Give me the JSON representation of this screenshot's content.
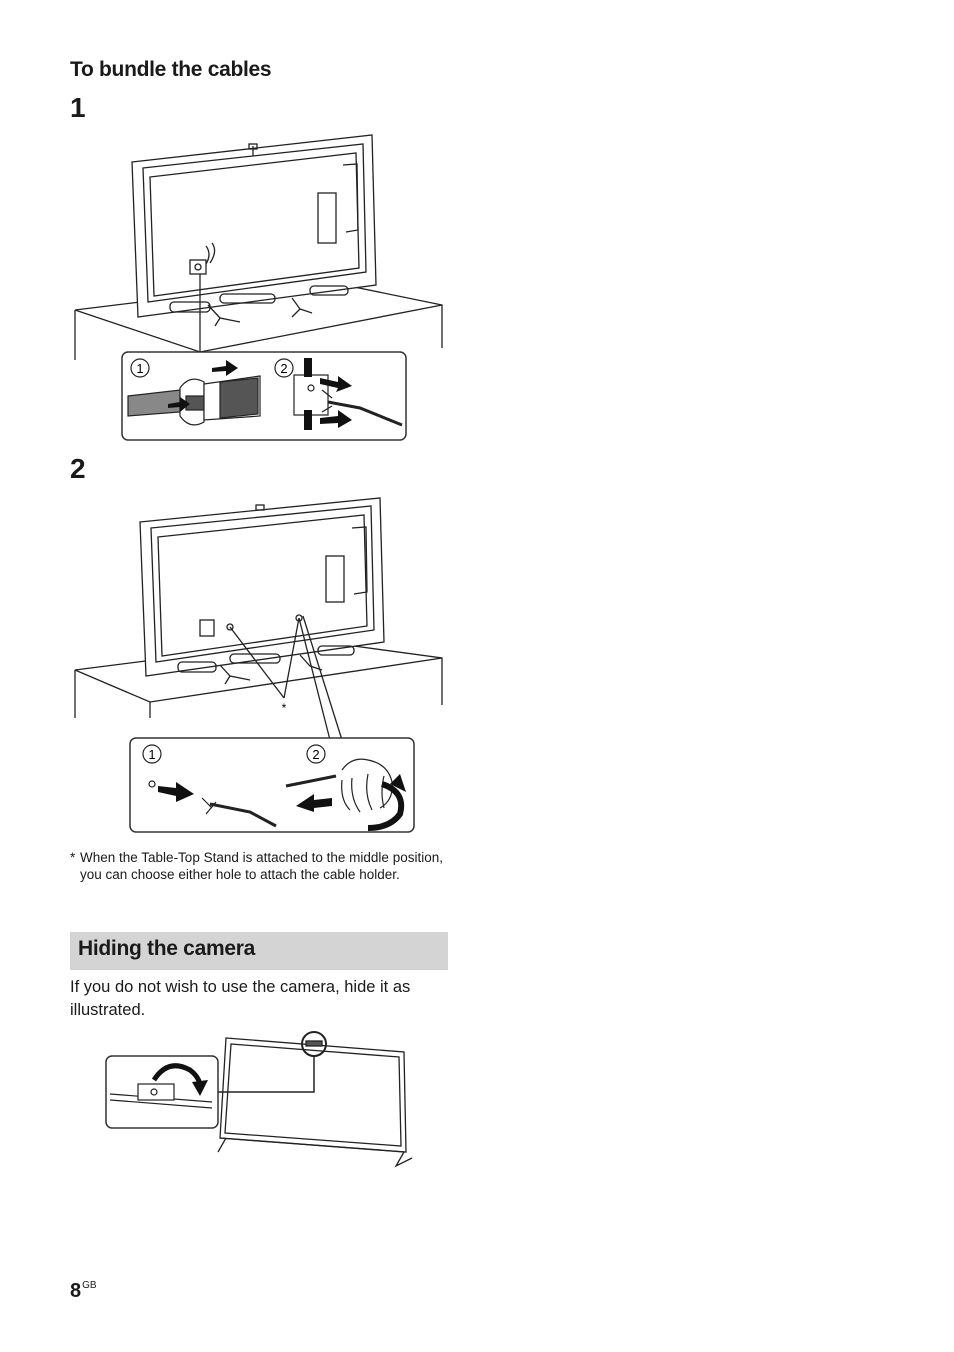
{
  "section": {
    "title": "To bundle the cables",
    "step1": "1",
    "step2": "2"
  },
  "callouts": {
    "one": "1",
    "two": "2",
    "asterisk": "*"
  },
  "footnote": {
    "marker": "*",
    "text": "When the Table-Top Stand is attached to the middle position, you can choose either hole to attach the cable holder."
  },
  "camera_section": {
    "heading": "Hiding the camera",
    "intro": "If you do not wish to use the camera, hide it as illustrated."
  },
  "page": {
    "number": "8",
    "suffix": "GB"
  }
}
